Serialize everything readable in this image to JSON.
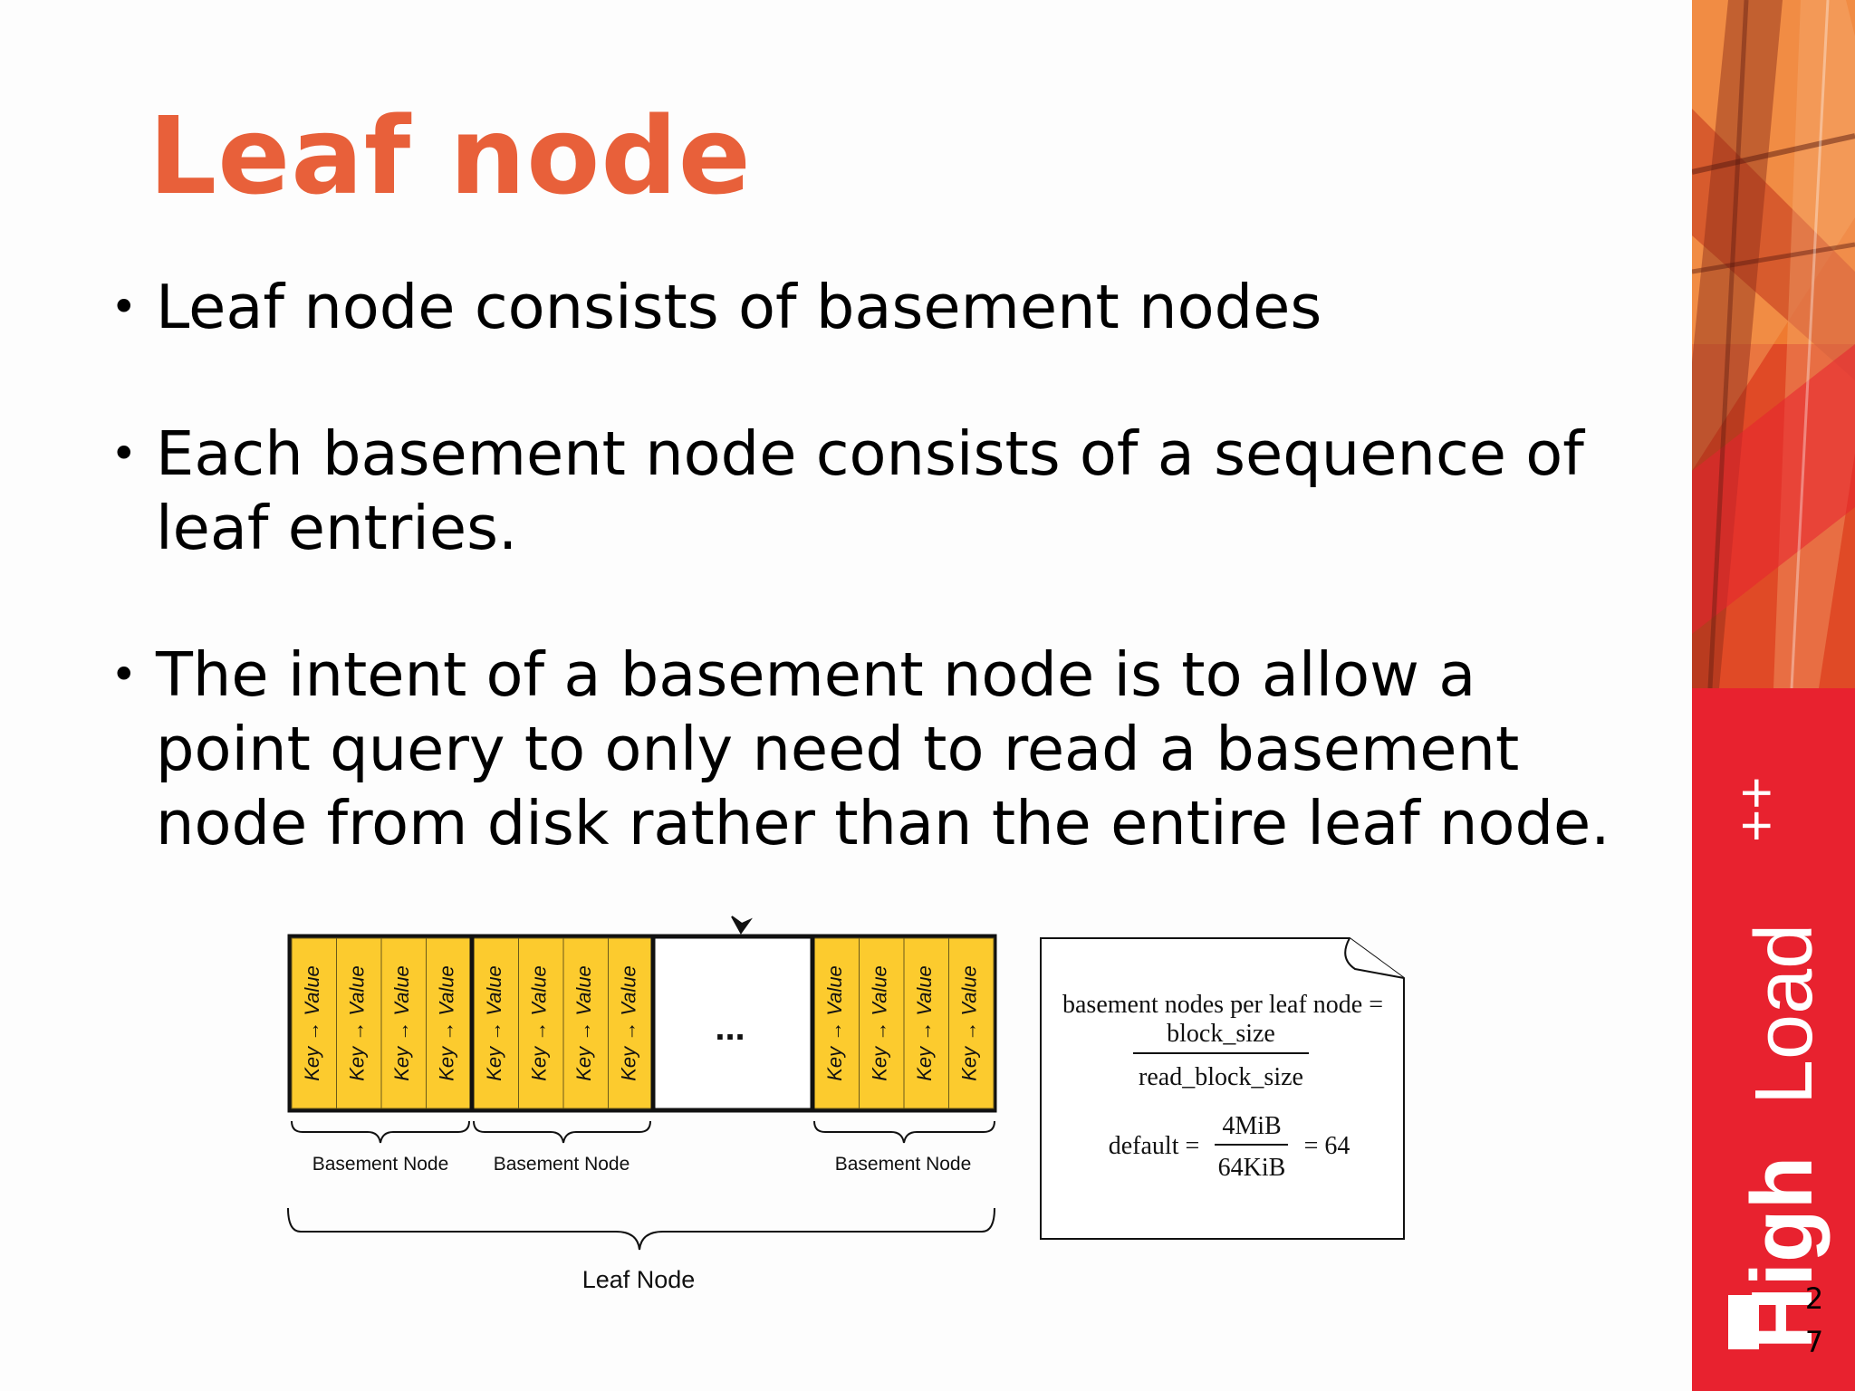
{
  "slide": {
    "title": "Leaf node",
    "page_number": "2\n7",
    "bullets": [
      {
        "line1": "Leaf node consists of basement nodes",
        "line2": "",
        "line3": ""
      },
      {
        "line1": "Each basement node consists of a sequence of",
        "line2": "leaf entries.",
        "line3": ""
      },
      {
        "line1": "The intent of a basement node is to allow a",
        "line2": "point query to only need to read a basement",
        "line3": "node from disk rather than the entire leaf node."
      }
    ]
  },
  "diagram": {
    "entry_label": "Key → Value",
    "ellipsis": "...",
    "basement_label": "Basement Node",
    "leaf_label": "Leaf Node",
    "formula": {
      "lhs": "basement nodes per leaf node =",
      "numerator": "block_size",
      "denominator": "read_block_size",
      "default_prefix": "default =",
      "default_numerator": "4MiB",
      "default_denominator": "64KiB",
      "default_result": "= 64"
    },
    "colors": {
      "entry_fill": "#fccb2e",
      "outline": "#111111"
    }
  },
  "brand": {
    "text_high": "High",
    "text_load": "Load",
    "text_plus": "++",
    "colors": {
      "red": "#e8222f",
      "orange": "#ef7a30",
      "white": "#ffffff"
    }
  }
}
